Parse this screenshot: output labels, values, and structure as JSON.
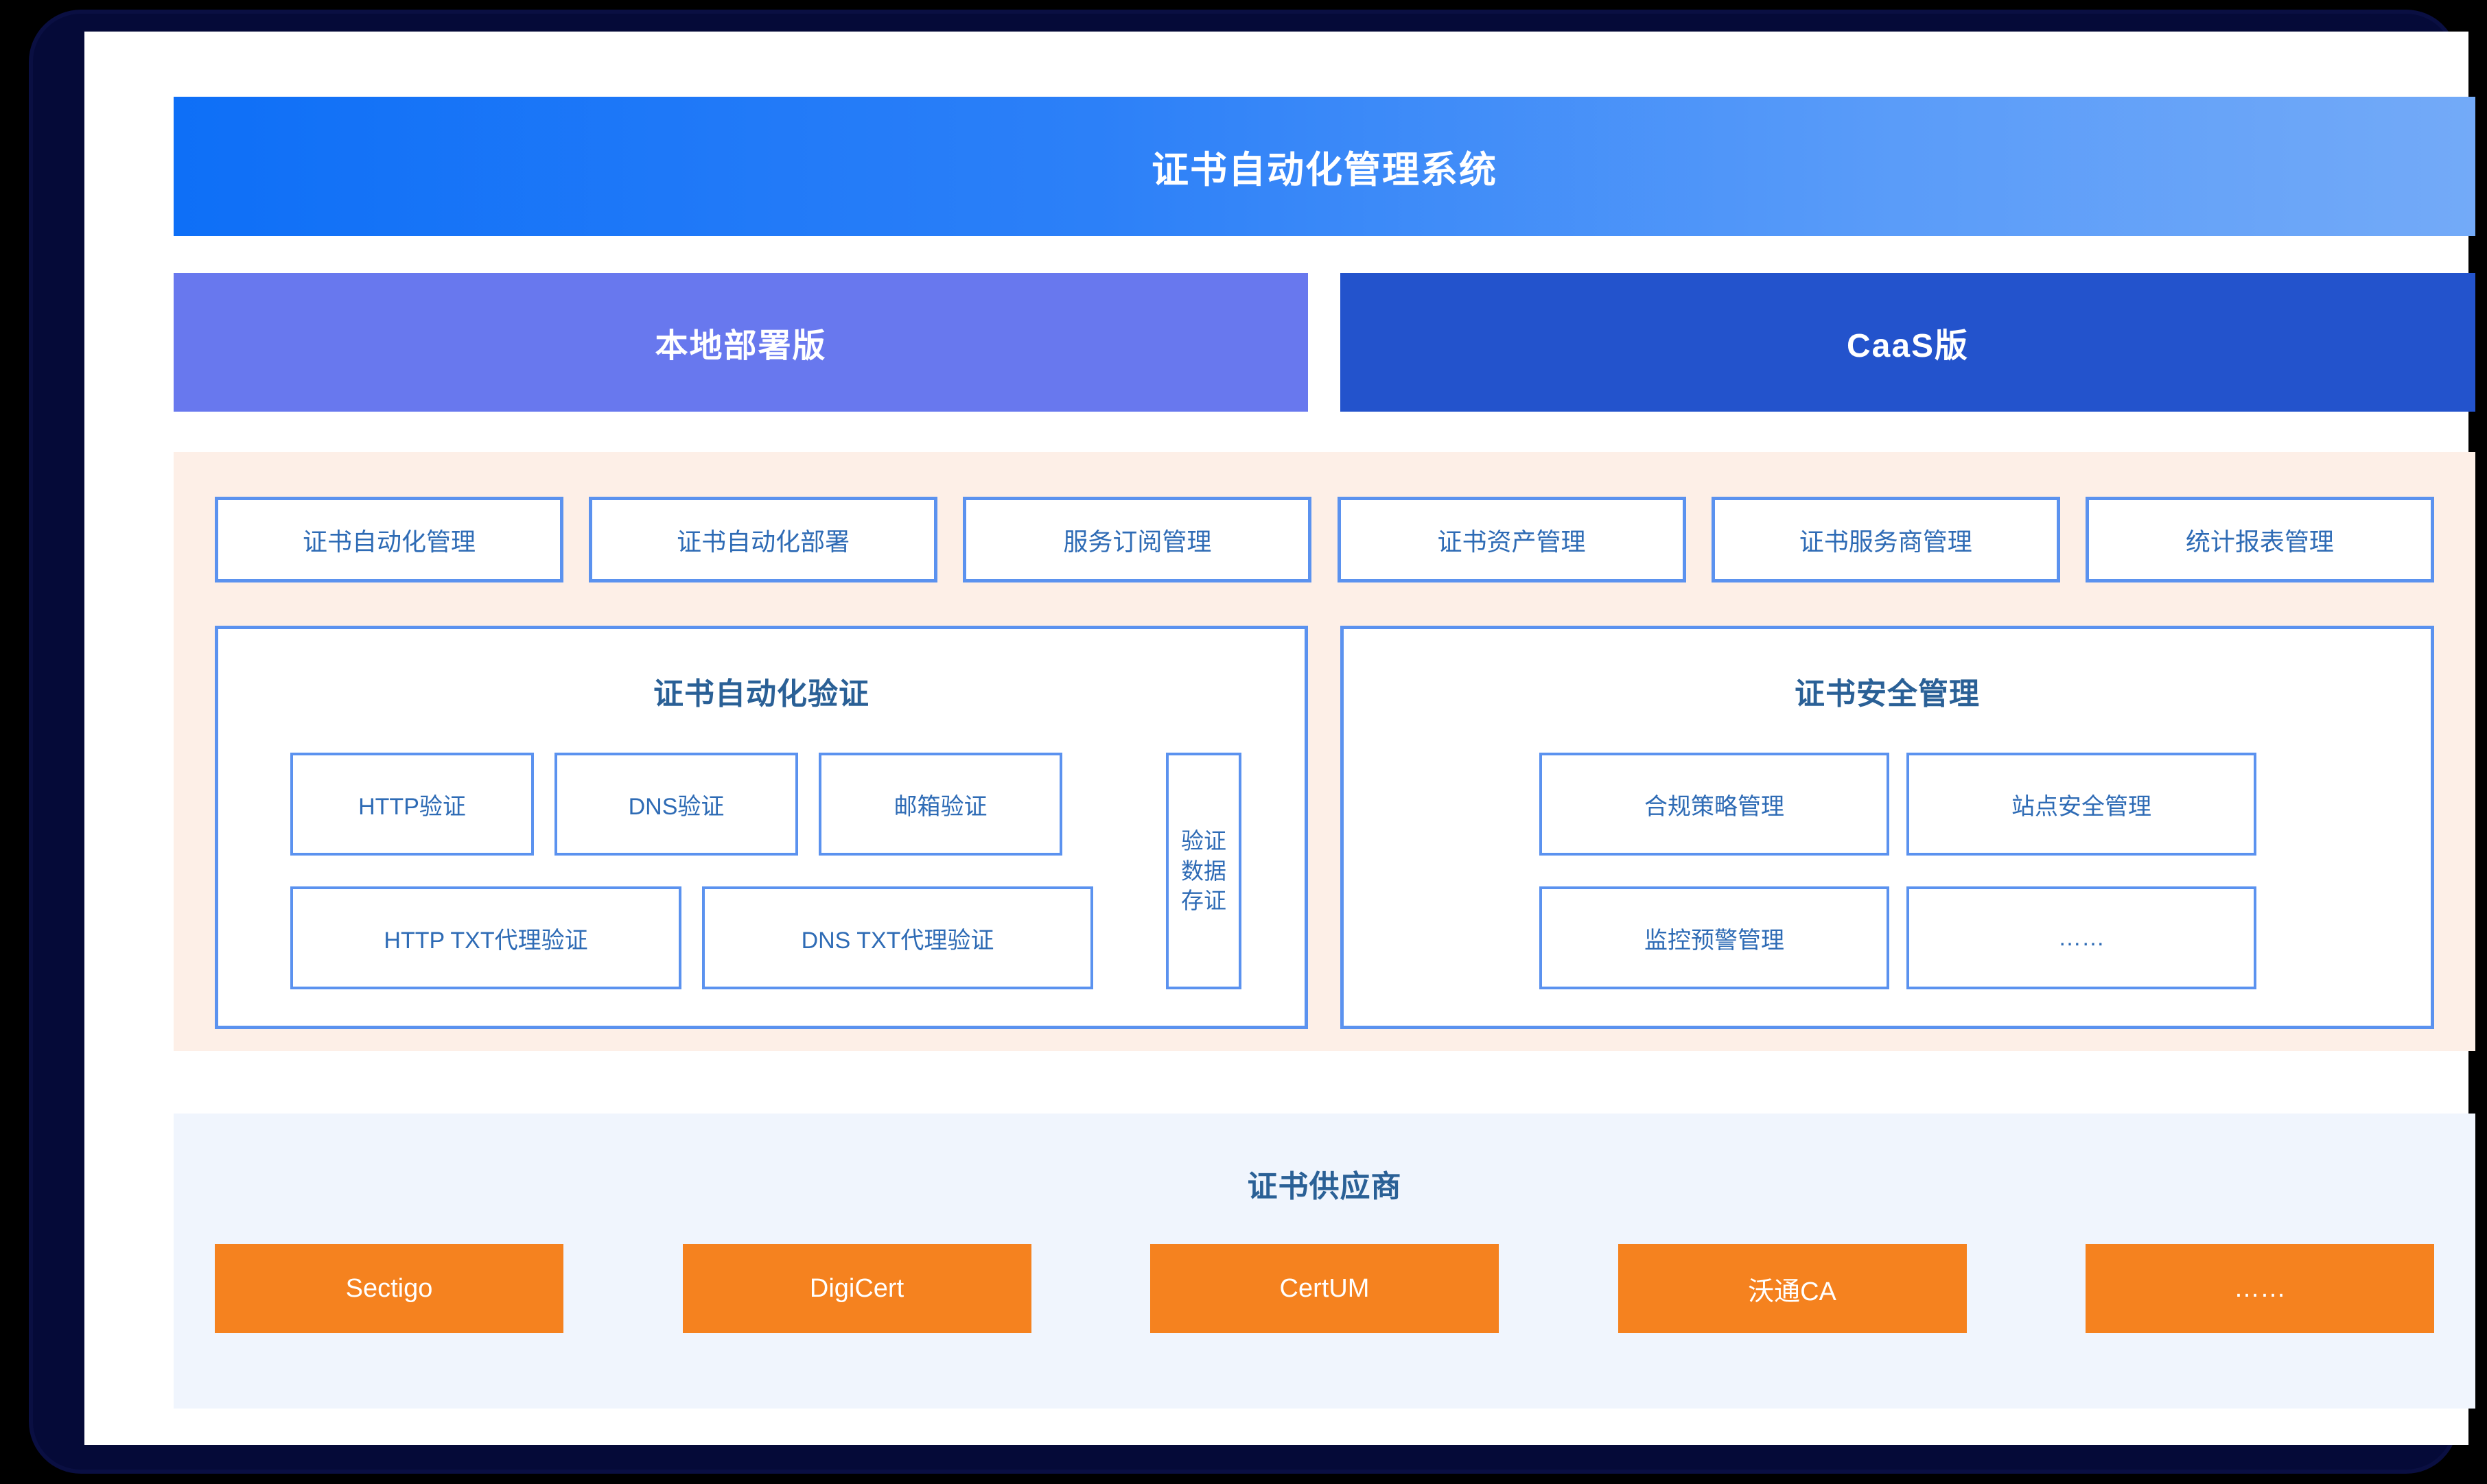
{
  "header": {
    "title": "证书自动化管理系统"
  },
  "editions": [
    {
      "label": "本地部署版",
      "color": "#6878ee"
    },
    {
      "label": "CaaS版",
      "color": "#2353cc"
    }
  ],
  "modules": [
    {
      "label": "证书自动化管理"
    },
    {
      "label": "证书自动化部署"
    },
    {
      "label": "服务订阅管理"
    },
    {
      "label": "证书资产管理"
    },
    {
      "label": "证书服务商管理"
    },
    {
      "label": "统计报表管理"
    }
  ],
  "panels": {
    "validation": {
      "title": "证书自动化验证",
      "row1": [
        {
          "label": "HTTP验证"
        },
        {
          "label": "DNS验证"
        },
        {
          "label": "邮箱验证"
        }
      ],
      "row2": [
        {
          "label": "HTTP TXT代理验证"
        },
        {
          "label": "DNS TXT代理验证"
        }
      ],
      "side": {
        "label": "验证数据存证"
      }
    },
    "security": {
      "title": "证书安全管理",
      "items": [
        {
          "label": "合规策略管理"
        },
        {
          "label": "站点安全管理"
        },
        {
          "label": "监控预警管理"
        },
        {
          "label": "……"
        }
      ]
    }
  },
  "providers": {
    "title": "证书供应商",
    "items": [
      {
        "label": "Sectigo"
      },
      {
        "label": "DigiCert"
      },
      {
        "label": "CertUM"
      },
      {
        "label": "沃通CA"
      },
      {
        "label": "……"
      }
    ]
  },
  "colors": {
    "title_gradient_start": "#0e6ff7",
    "title_gradient_end": "#73aaf8",
    "local_edition": "#6878ee",
    "caas_edition": "#2353cc",
    "mid_background": "#fdefe7",
    "provider_background": "#f0f5fd",
    "box_border": "#5b92ef",
    "box_text": "#2e6bb5",
    "heading_text": "#2a6096",
    "provider_orange": "#f5821f",
    "outer_frame": "#050a38"
  }
}
